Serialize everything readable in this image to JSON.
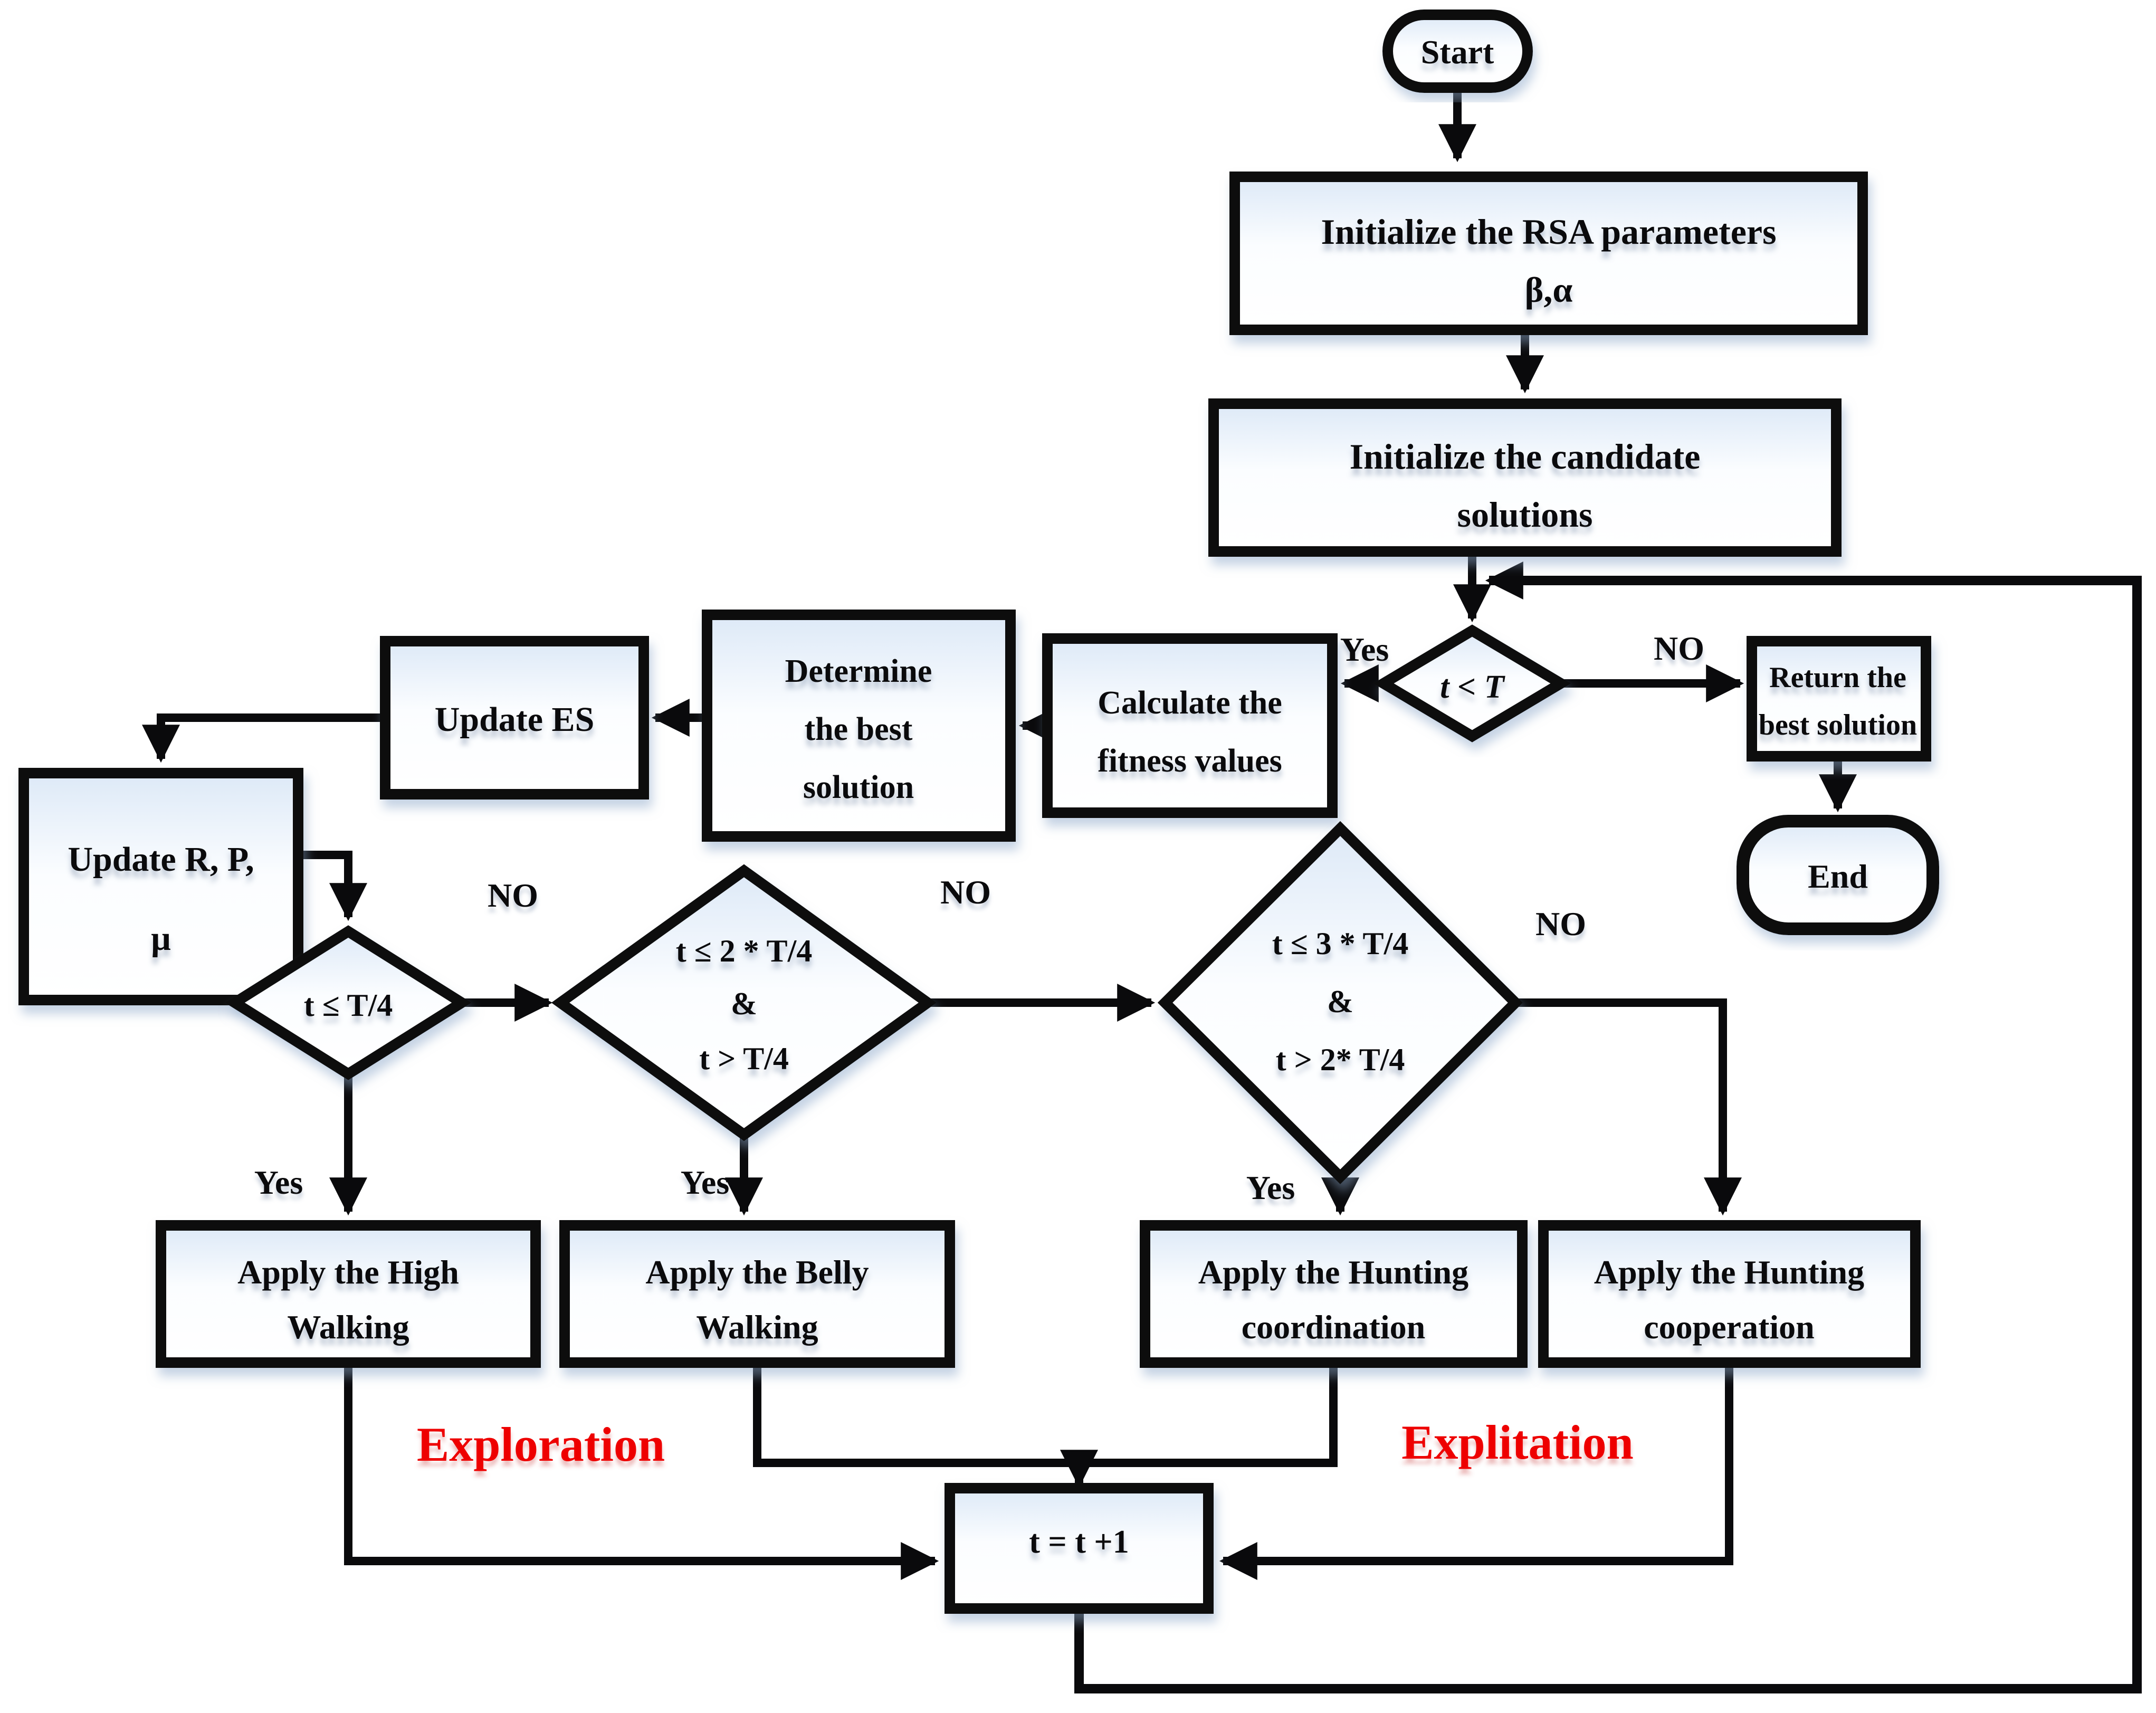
{
  "title": "RSA algorithm flowchart",
  "nodes": {
    "start": {
      "label": "Start"
    },
    "init_rsa": {
      "line1": "Initialize the RSA parameters",
      "line2": "β,α"
    },
    "init_cand": {
      "line1": "Initialize the candidate",
      "line2": "solutions"
    },
    "t_lt_T": {
      "label": "t < T"
    },
    "calc_fitness": {
      "line1": "Calculate the",
      "line2": "fitness values"
    },
    "determine": {
      "line1": "Determine",
      "line2": "the best",
      "line3": "solution"
    },
    "update_es": {
      "label": "Update ES"
    },
    "update_rp": {
      "line1": "Update R, P,",
      "line2": "μ"
    },
    "d_quarter1": {
      "label": "t ≤ T/4"
    },
    "d_quarter2": {
      "line1": "t ≤ 2 * T/4",
      "line2": "&",
      "line3": "t >  T/4"
    },
    "d_quarter3": {
      "line1": "t ≤ 3 * T/4",
      "line2": "&",
      "line3": "t > 2* T/4"
    },
    "return_best": {
      "line1": "Return the",
      "line2": "best solution"
    },
    "end": {
      "label": "End"
    },
    "high_walk": {
      "line1": "Apply the High",
      "line2": "Walking"
    },
    "belly_walk": {
      "line1": "Apply the Belly",
      "line2": "Walking"
    },
    "hunt_coord": {
      "line1": "Apply the Hunting",
      "line2": "coordination"
    },
    "hunt_coop": {
      "line1": "Apply the Hunting",
      "line2": "cooperation"
    },
    "t_increment": {
      "label": "t = t +1"
    }
  },
  "edge_labels": {
    "yes": "Yes",
    "no": "NO"
  },
  "region_labels": {
    "exploration": "Exploration",
    "exploitation": "Explitation"
  },
  "colors": {
    "line": "#0a0a0c",
    "region_label": "#ee0000",
    "box_fill_top": "#dde9f7",
    "box_fill_bottom": "#ffffff",
    "shadow": "#8aa6c8"
  }
}
